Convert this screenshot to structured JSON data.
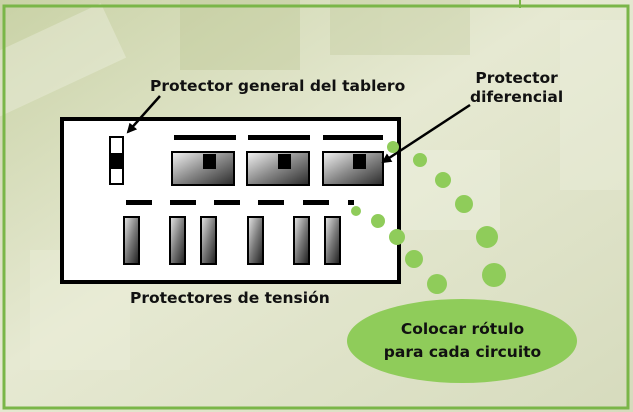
{
  "labels": {
    "main_breaker": "Protector general del tablero",
    "differential_line1": "Protector",
    "differential_line2": "diferencial",
    "voltage_protectors": "Protectores de tensión",
    "callout_line1": "Colocar rótulo",
    "callout_line2": "para cada circuito"
  },
  "colors": {
    "frame_green": "#7ab648",
    "dot_green": "#8fcc5a",
    "callout_green": "#8fcc5a",
    "panel_border": "#000000",
    "panel_fill": "#ffffff"
  }
}
